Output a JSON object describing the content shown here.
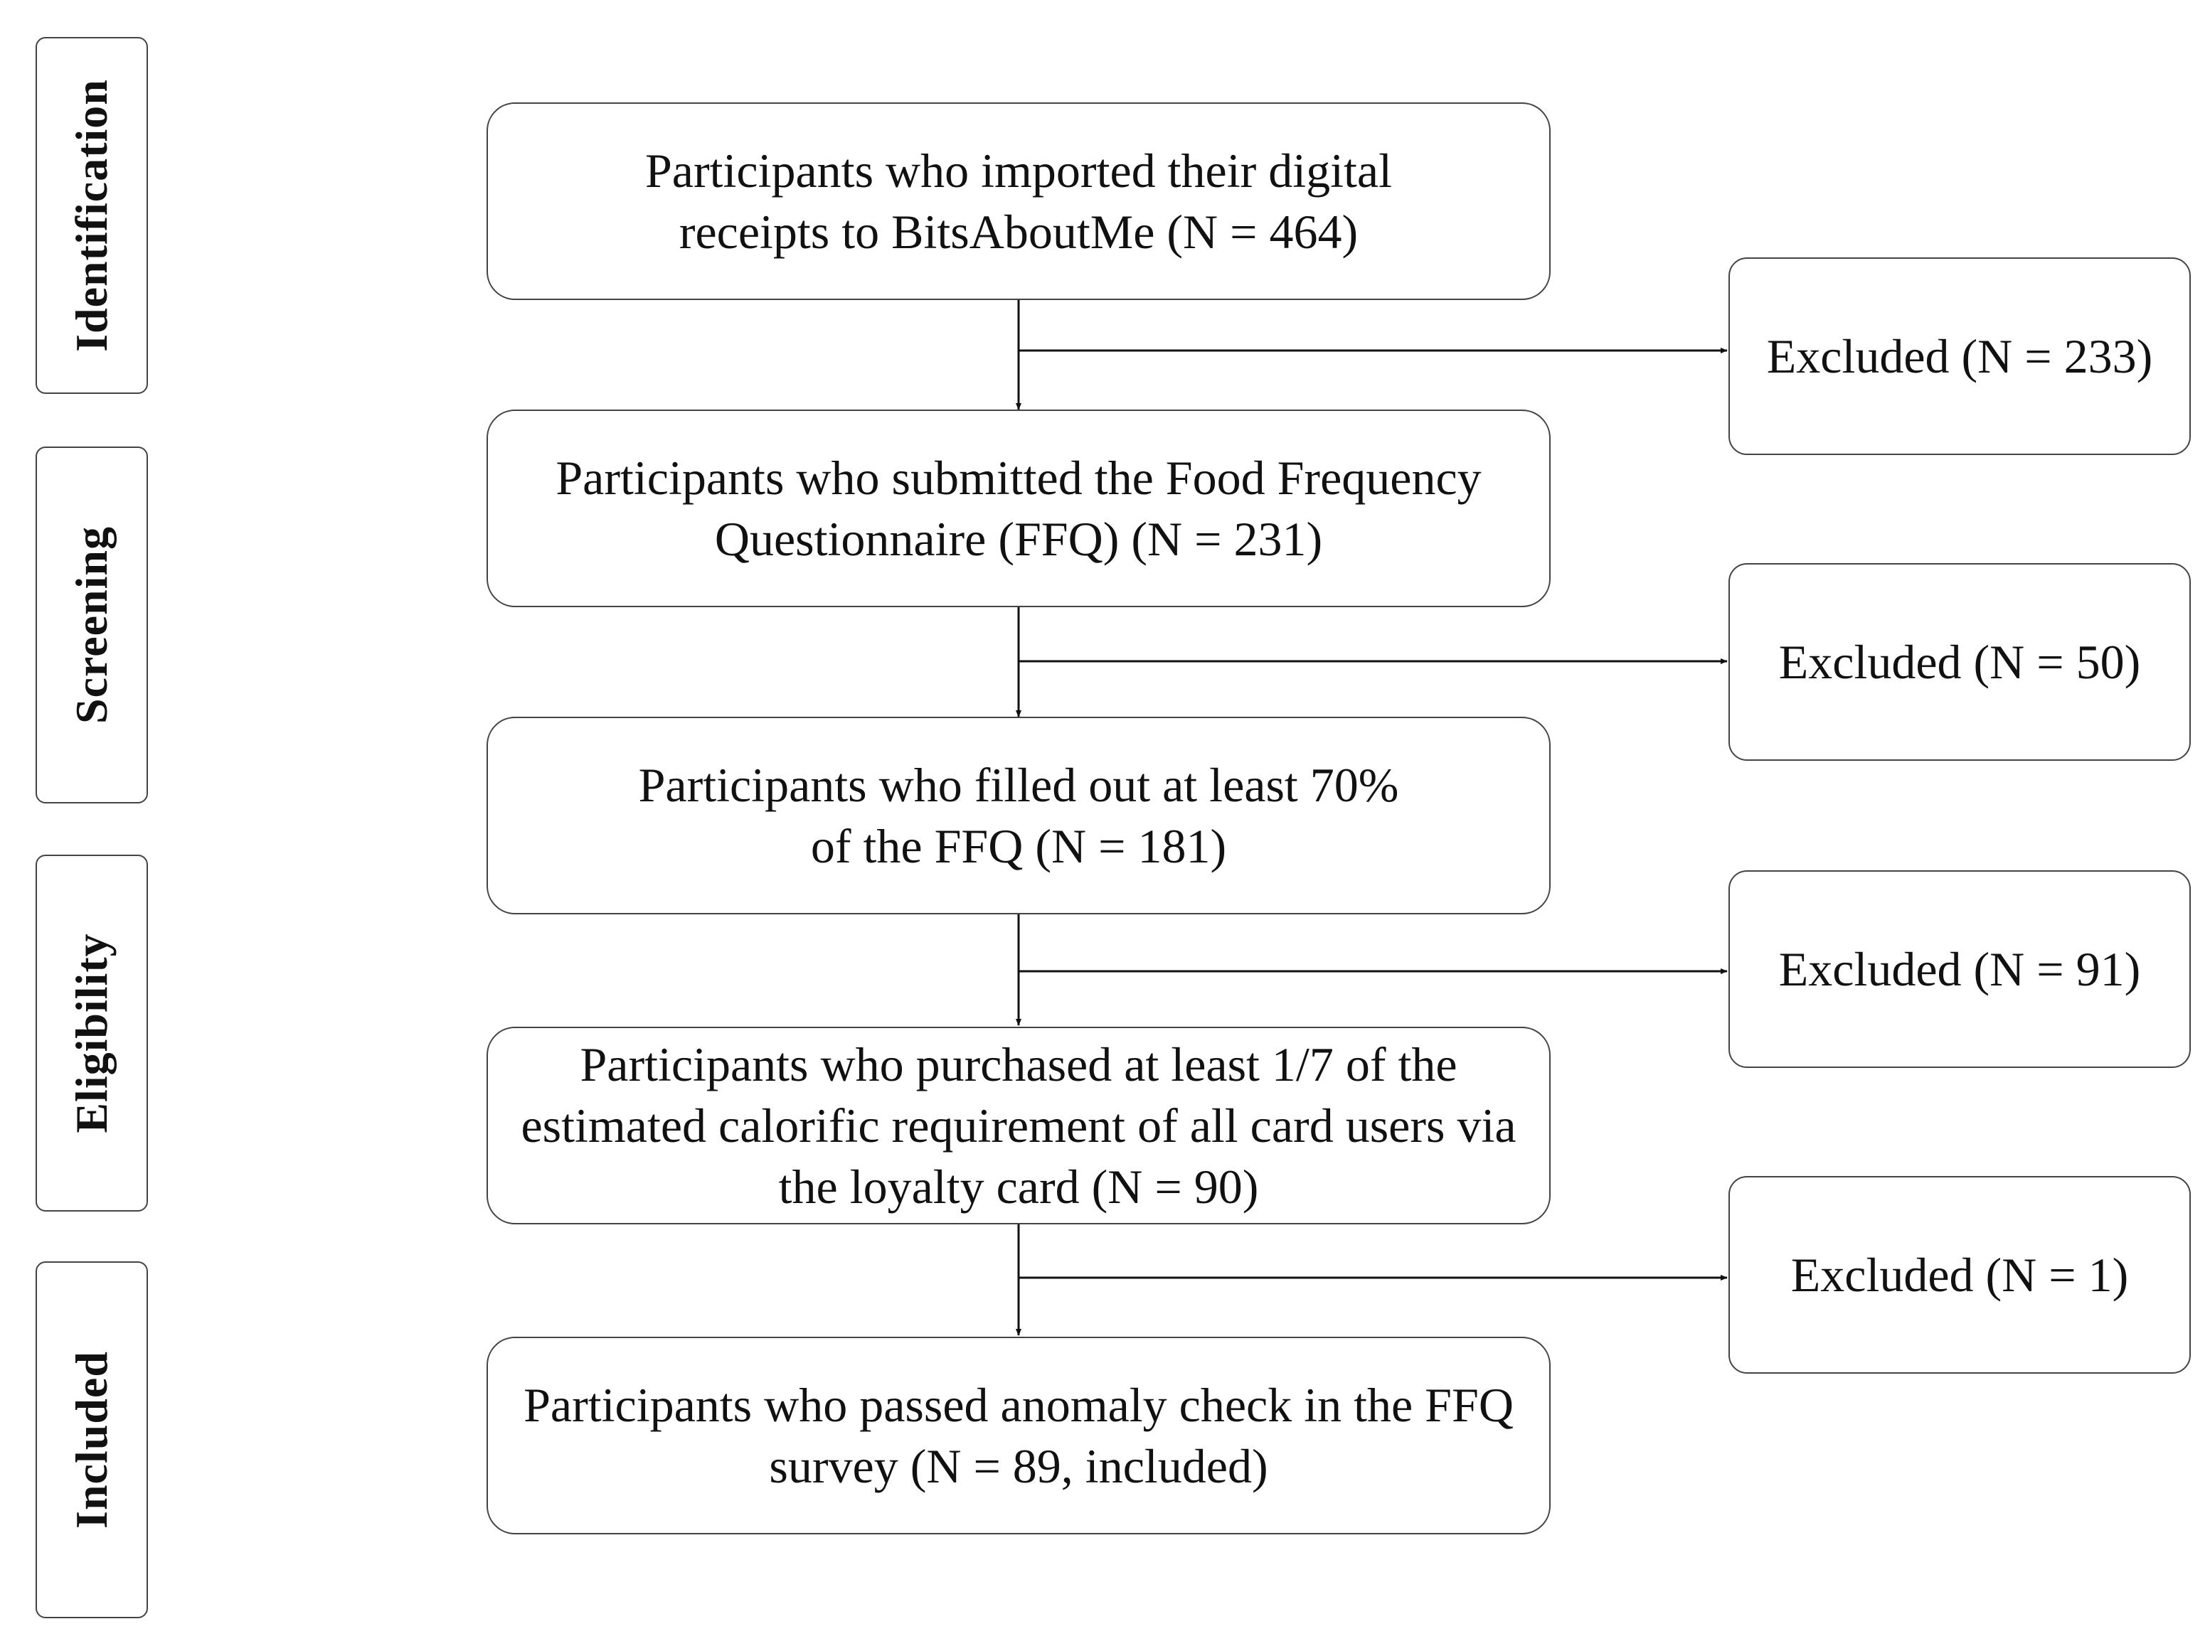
{
  "stages": [
    {
      "label": "Identification"
    },
    {
      "label": "Screening"
    },
    {
      "label": "Eligibility"
    },
    {
      "label": "Included"
    }
  ],
  "flow": [
    {
      "text": "Participants who imported their digital receipts to BitsAboutMe (N = 464)"
    },
    {
      "text": "Participants who submitted the Food Frequency Questionnaire (FFQ) (N = 231)"
    },
    {
      "text": "Participants who filled out at least 70% of the FFQ (N = 181)"
    },
    {
      "text": "Participants who purchased at least 1/7 of the estimated calorific requirement of all card users via the loyalty card (N = 90)"
    },
    {
      "text": "Participants who passed anomaly check in the FFQ survey (N = 89, included)"
    }
  ],
  "exclusions": [
    {
      "text": "Excluded (N = 233)"
    },
    {
      "text": "Excluded (N = 50)"
    },
    {
      "text": "Excluded (N = 91)"
    },
    {
      "text": "Excluded (N = 1)"
    }
  ],
  "colors": {
    "border": "#444444",
    "line": "#111111",
    "text": "#111111",
    "background": "#ffffff"
  }
}
